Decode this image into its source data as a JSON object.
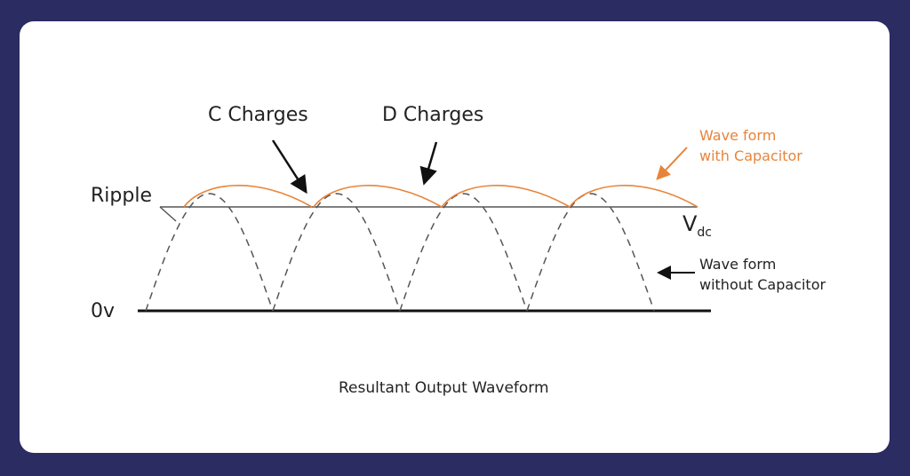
{
  "labels": {
    "c_charges": "C Charges",
    "d_charges": "D Charges",
    "ripple": "Ripple",
    "zero_v": "0v",
    "vdc_main": "V",
    "vdc_sub": "dc",
    "with_cap_line1": "Wave form",
    "with_cap_line2": "with Capacitor",
    "without_cap_line1": "Wave form",
    "without_cap_line2": "without Capacitor",
    "caption": "Resultant Output Waveform"
  },
  "colors": {
    "background": "#2a2c62",
    "capacitor_wave": "#e8843a",
    "lines": "#222222"
  }
}
